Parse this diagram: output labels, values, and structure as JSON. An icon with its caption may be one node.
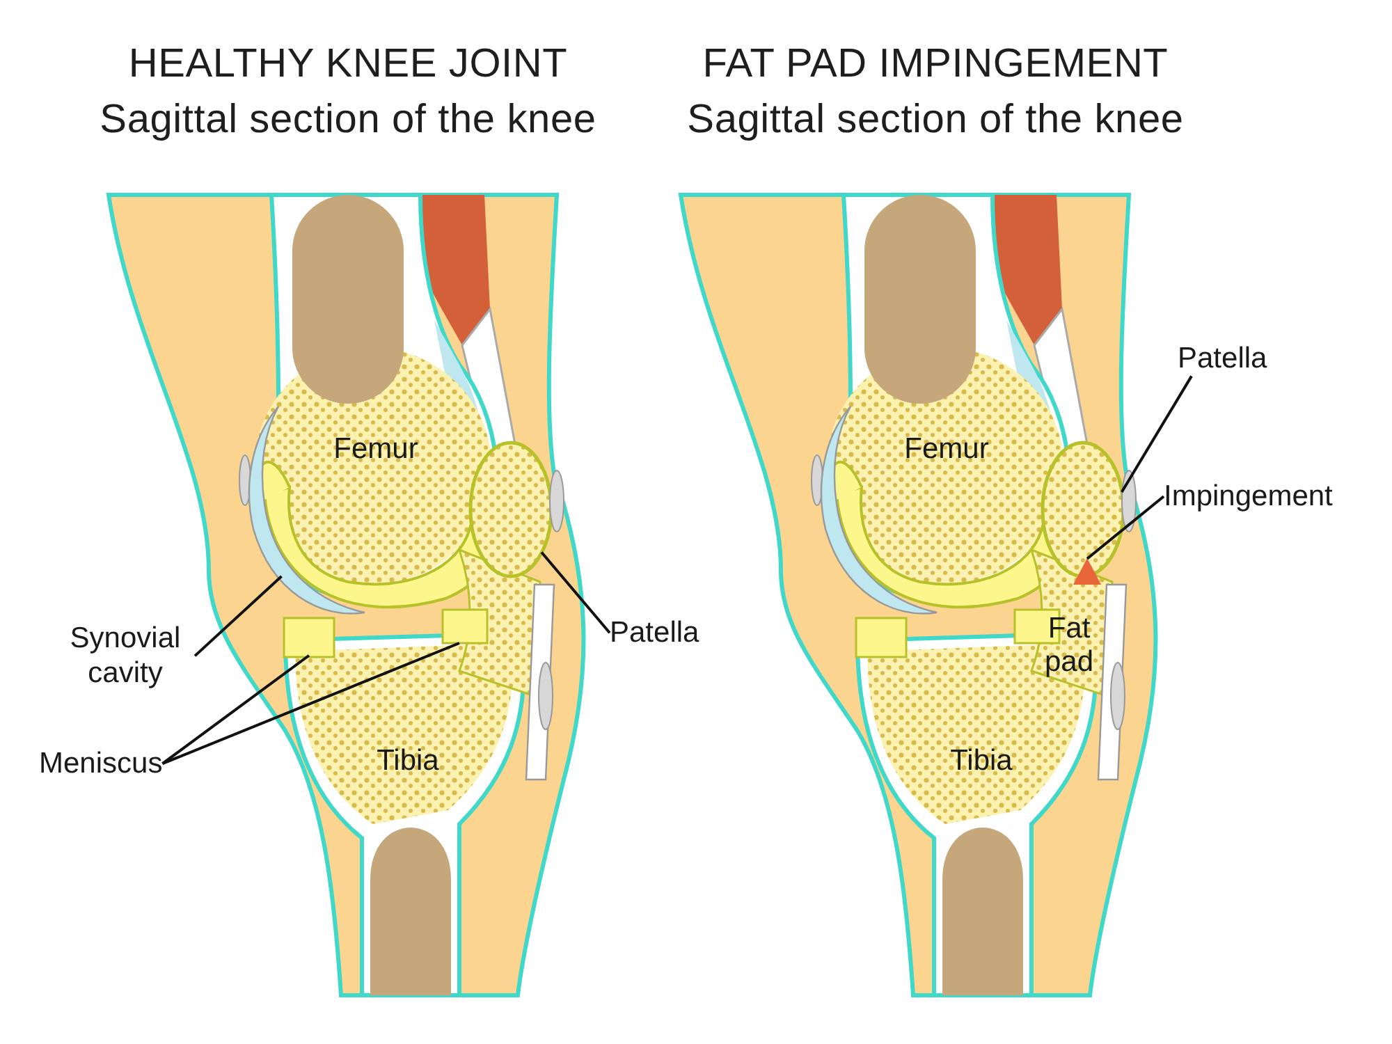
{
  "diagram": {
    "nodes": [
      {
        "text": [
          "Synovial cavity"
        ]
      },
      {
        "text": [
          "Meniscus"
        ]
      },
      {
        "text": [
          "Patella"
        ]
      },
      {
        "text": [
          "Patella"
        ]
      },
      {
        "text": [
          "Impingement"
        ]
      },
      {
        "text": [],
        "shape": "picture"
      },
      {
        "text": [],
        "shape": "box"
      },
      {
        "text": [],
        "shape": "box"
      },
      {
        "text": [],
        "shape": "circle"
      },
      {
        "text": [],
        "shape": "circle"
      },
      {
        "text": [],
        "shape": "picture"
      }
    ],
    "edges": [
      {
        "from": 0,
        "to": 5,
        "arrow": "none"
      },
      {
        "from": 1,
        "to": 6,
        "arrow": "none"
      },
      {
        "from": 1,
        "to": 7,
        "arrow": "none"
      },
      {
        "from": 2,
        "to": 8,
        "arrow": "none"
      },
      {
        "from": 3,
        "to": 9,
        "arrow": "none"
      },
      {
        "from": 4,
        "to": 10,
        "arrow": "none"
      }
    ],
    "labels": [
      "HEALTHY KNEE JOINT",
      "Sagittal section of the knee",
      "FAT PAD IMPINGEMENT",
      "Sagittal section of the knee",
      "Femur",
      "Tibia",
      "Femur",
      "Fat pad",
      "Tibia"
    ]
  }
}
